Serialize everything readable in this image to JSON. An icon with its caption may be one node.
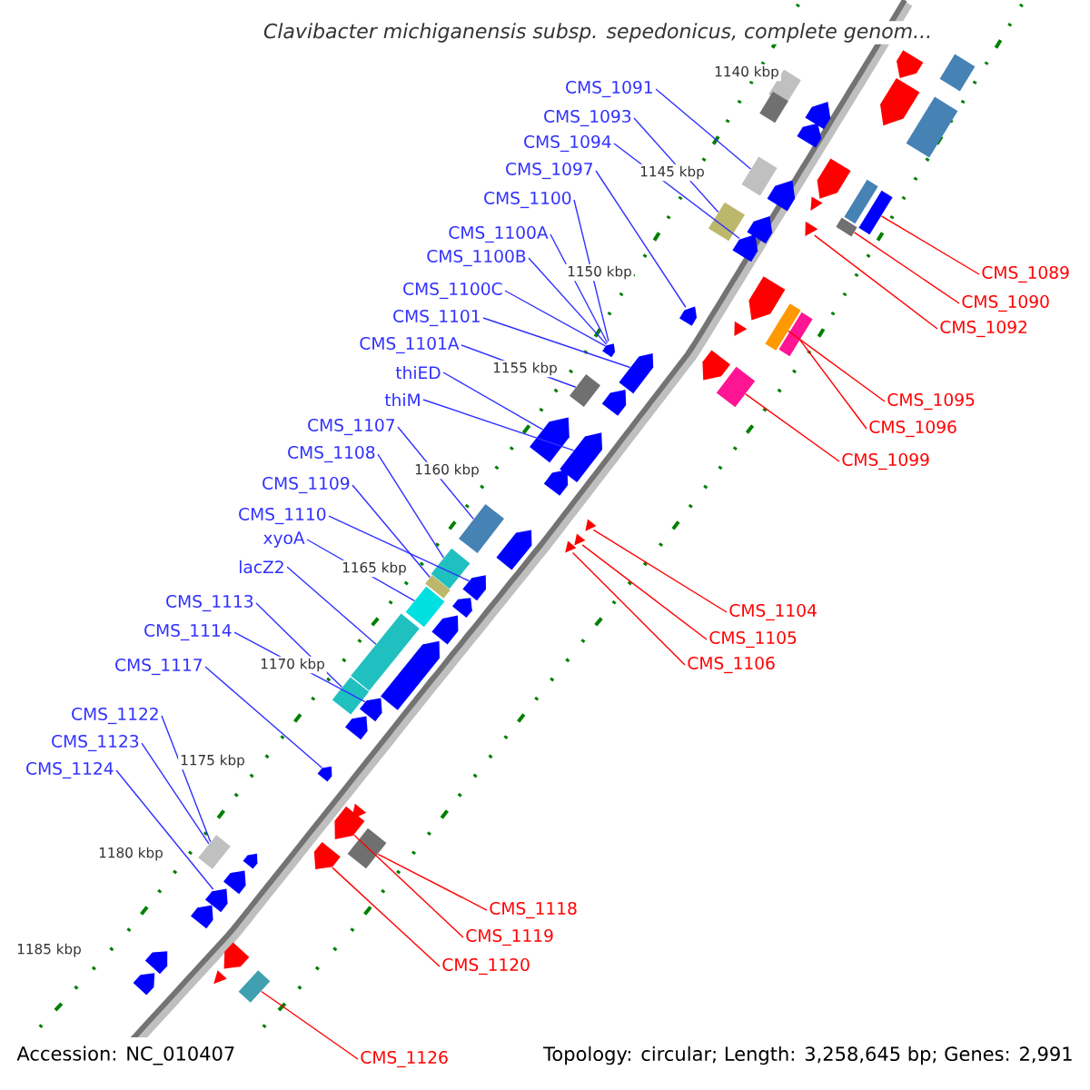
{
  "diagram": {
    "title": "*Clavibacter michiganensis subsp. sepedonicus, complete genom...*",
    "nodes": [
      {
        "text": [
          "CMS_1091"
        ]
      },
      {
        "text": [
          "CMS_1093"
        ]
      },
      {
        "text": [
          "CMS_1094"
        ]
      },
      {
        "text": [
          "CMS_1097"
        ]
      },
      {
        "text": [
          "CMS_1100"
        ]
      },
      {
        "text": [
          "CMS_1100A"
        ]
      },
      {
        "text": [
          "CMS_1100B"
        ]
      },
      {
        "text": [
          "CMS_1100C"
        ]
      },
      {
        "text": [
          "CMS_1101"
        ]
      },
      {
        "text": [
          "CMS_1101A"
        ]
      },
      {
        "text": [
          "thiED"
        ]
      },
      {
        "text": [
          "thiM"
        ]
      },
      {
        "text": [
          "CMS_1107"
        ]
      },
      {
        "text": [
          "CMS_1108"
        ]
      },
      {
        "text": [
          "CMS_1109"
        ]
      },
      {
        "text": [
          "CMS_1110"
        ]
      },
      {
        "text": [
          "xyoA"
        ]
      },
      {
        "text": [
          "lacZ2"
        ]
      },
      {
        "text": [
          "CMS_1113"
        ]
      },
      {
        "text": [
          "CMS_1114"
        ]
      },
      {
        "text": [
          "CMS_1117"
        ]
      },
      {
        "text": [
          "CMS_1122"
        ]
      },
      {
        "text": [
          "CMS_1123"
        ]
      },
      {
        "text": [
          "CMS_1124"
        ]
      },
      {
        "text": [
          "CMS_1089"
        ]
      },
      {
        "text": [
          "CMS_1090"
        ]
      },
      {
        "text": [
          "CMS_1092"
        ]
      },
      {
        "text": [
          "CMS_1095"
        ]
      },
      {
        "text": [
          "CMS_1096"
        ]
      },
      {
        "text": [
          "CMS_1099"
        ]
      },
      {
        "text": [
          "CMS_1104"
        ]
      },
      {
        "text": [
          "CMS_1105"
        ]
      },
      {
        "text": [
          "CMS_1106"
        ]
      },
      {
        "text": [
          "CMS_1118"
        ]
      },
      {
        "text": [
          "CMS_1119"
        ]
      },
      {
        "text": [
          "CMS_1120"
        ]
      },
      {
        "text": [
          "CMS_1126"
        ]
      },
      {
        "text": [],
        "shape": "box"
      },
      {
        "text": [],
        "shape": "box"
      },
      {
        "text": [],
        "shape": "pentagon"
      },
      {
        "text": [],
        "shape": "pentagon"
      },
      {
        "text": [],
        "shape": "pentagon"
      },
      {
        "text": [],
        "shape": "pentagon"
      },
      {
        "text": [],
        "shape": "box"
      },
      {
        "text": [],
        "shape": "pentagon"
      },
      {
        "text": [],
        "shape": "pentagon"
      },
      {
        "text": [],
        "shape": "box"
      },
      {
        "text": [],
        "shape": "box"
      },
      {
        "text": [],
        "shape": "box"
      },
      {
        "text": [],
        "shape": "pentagon"
      },
      {
        "text": [],
        "shape": "box"
      },
      {
        "text": [],
        "shape": "box"
      },
      {
        "text": [],
        "shape": "box"
      },
      {
        "text": [],
        "shape": "pentagon"
      },
      {
        "text": [],
        "shape": "pentagon"
      },
      {
        "text": [],
        "shape": "box"
      },
      {
        "text": [],
        "shape": "pentagon"
      },
      {
        "text": [],
        "shape": "box"
      },
      {
        "text": [],
        "shape": "box"
      },
      {
        "text": [],
        "shape": "triangle"
      },
      {
        "text": [],
        "shape": "box"
      },
      {
        "text": [],
        "shape": "box"
      },
      {
        "text": [],
        "shape": "box"
      },
      {
        "text": [],
        "shape": "triangle"
      },
      {
        "text": [],
        "shape": "triangle"
      },
      {
        "text": [],
        "shape": "triangle"
      },
      {
        "text": [],
        "shape": "box"
      },
      {
        "text": [],
        "shape": "pentagon"
      },
      {
        "text": [],
        "shape": "pentagon"
      },
      {
        "text": [],
        "shape": "box"
      },
      {
        "text": [],
        "shape": "box"
      },
      {
        "text": [],
        "shape": "box"
      },
      {
        "text": [],
        "shape": "pentagon"
      },
      {
        "text": [],
        "shape": "pentagon"
      },
      {
        "text": [],
        "shape": "pentagon"
      },
      {
        "text": [],
        "shape": "pentagon"
      },
      {
        "text": [],
        "shape": "pentagon"
      },
      {
        "text": [],
        "shape": "pentagon"
      },
      {
        "text": [],
        "shape": "pentagon"
      },
      {
        "text": [],
        "shape": "pentagon"
      },
      {
        "text": [],
        "shape": "pentagon"
      },
      {
        "text": [],
        "shape": "pentagon"
      },
      {
        "text": [],
        "shape": "pentagon"
      },
      {
        "text": [],
        "shape": "pentagon"
      },
      {
        "text": [],
        "shape": "pentagon"
      },
      {
        "text": [],
        "shape": "pentagon"
      },
      {
        "text": [],
        "shape": "pentagon"
      },
      {
        "text": [],
        "shape": "pentagon"
      },
      {
        "text": [],
        "shape": "pentagon"
      },
      {
        "text": [],
        "shape": "box"
      },
      {
        "text": [],
        "shape": "pentagon"
      },
      {
        "text": [],
        "shape": "box"
      },
      {
        "text": [],
        "shape": "pentagon"
      },
      {
        "text": [],
        "shape": "box"
      },
      {
        "text": [],
        "shape": "triangle"
      },
      {
        "text": [],
        "shape": "pentagon"
      },
      {
        "text": [],
        "shape": "triangle"
      },
      {
        "text": [],
        "shape": "pentagon"
      },
      {
        "text": [],
        "shape": "triangle"
      },
      {
        "text": [],
        "shape": "pentagon"
      },
      {
        "text": [],
        "shape": "triangle"
      }
    ],
    "edges": [
      {
        "from": 0,
        "to": 37,
        "arrow": "none"
      },
      {
        "from": 1,
        "to": 38,
        "arrow": "none"
      },
      {
        "from": 2,
        "to": 39,
        "arrow": "none"
      },
      {
        "from": 3,
        "to": 40,
        "arrow": "none"
      },
      {
        "from": 4,
        "to": 41,
        "arrow": "none"
      },
      {
        "from": 5,
        "to": 41,
        "arrow": "none"
      },
      {
        "from": 6,
        "to": 41,
        "arrow": "none"
      },
      {
        "from": 7,
        "to": 41,
        "arrow": "none"
      },
      {
        "from": 8,
        "to": 42,
        "arrow": "none"
      },
      {
        "from": 9,
        "to": 43,
        "arrow": "none"
      },
      {
        "from": 10,
        "to": 44,
        "arrow": "none"
      },
      {
        "from": 11,
        "to": 45,
        "arrow": "none"
      },
      {
        "from": 12,
        "to": 46,
        "arrow": "none"
      },
      {
        "from": 13,
        "to": 47,
        "arrow": "none"
      },
      {
        "from": 14,
        "to": 48,
        "arrow": "none"
      },
      {
        "from": 15,
        "to": 49,
        "arrow": "none"
      },
      {
        "from": 16,
        "to": 50,
        "arrow": "none"
      },
      {
        "from": 17,
        "to": 51,
        "arrow": "none"
      },
      {
        "from": 18,
        "to": 52,
        "arrow": "none"
      },
      {
        "from": 19,
        "to": 53,
        "arrow": "none"
      },
      {
        "from": 20,
        "to": 54,
        "arrow": "none"
      },
      {
        "from": 21,
        "to": 55,
        "arrow": "none"
      },
      {
        "from": 22,
        "to": 55,
        "arrow": "none"
      },
      {
        "from": 23,
        "to": 56,
        "arrow": "none"
      },
      {
        "from": 24,
        "to": 57,
        "arrow": "none",
        "color": "#ff0000"
      },
      {
        "from": 25,
        "to": 58,
        "arrow": "none",
        "color": "#ff0000"
      },
      {
        "from": 26,
        "to": 59,
        "arrow": "none",
        "color": "#ff0000"
      },
      {
        "from": 27,
        "to": 60,
        "arrow": "none",
        "color": "#ff0000"
      },
      {
        "from": 28,
        "to": 61,
        "arrow": "none",
        "color": "#ff0000"
      },
      {
        "from": 29,
        "to": 62,
        "arrow": "none",
        "color": "#ff0000"
      },
      {
        "from": 30,
        "to": 63,
        "arrow": "none",
        "color": "#ff0000"
      },
      {
        "from": 31,
        "to": 64,
        "arrow": "none",
        "color": "#ff0000"
      },
      {
        "from": 32,
        "to": 65,
        "arrow": "none",
        "color": "#ff0000"
      },
      {
        "from": 33,
        "to": 66,
        "arrow": "none",
        "color": "#ff0000"
      },
      {
        "from": 34,
        "to": 67,
        "arrow": "none",
        "color": "#ff0000"
      },
      {
        "from": 35,
        "to": 68,
        "arrow": "none",
        "color": "#ff0000"
      },
      {
        "from": 36,
        "to": 69,
        "arrow": "none",
        "color": "#ff0000"
      }
    ],
    "labels": [
      "1140 kbp",
      "1145 kbp",
      "1150 kbp",
      "1155 kbp",
      "1160 kbp",
      "1165 kbp",
      "1170 kbp",
      "1175 kbp",
      "1180 kbp",
      "1185 kbp",
      "Accession: NC_010407",
      "Topology: circular; Length: 3,258,645 bp; Genes: 2,991"
    ]
  }
}
